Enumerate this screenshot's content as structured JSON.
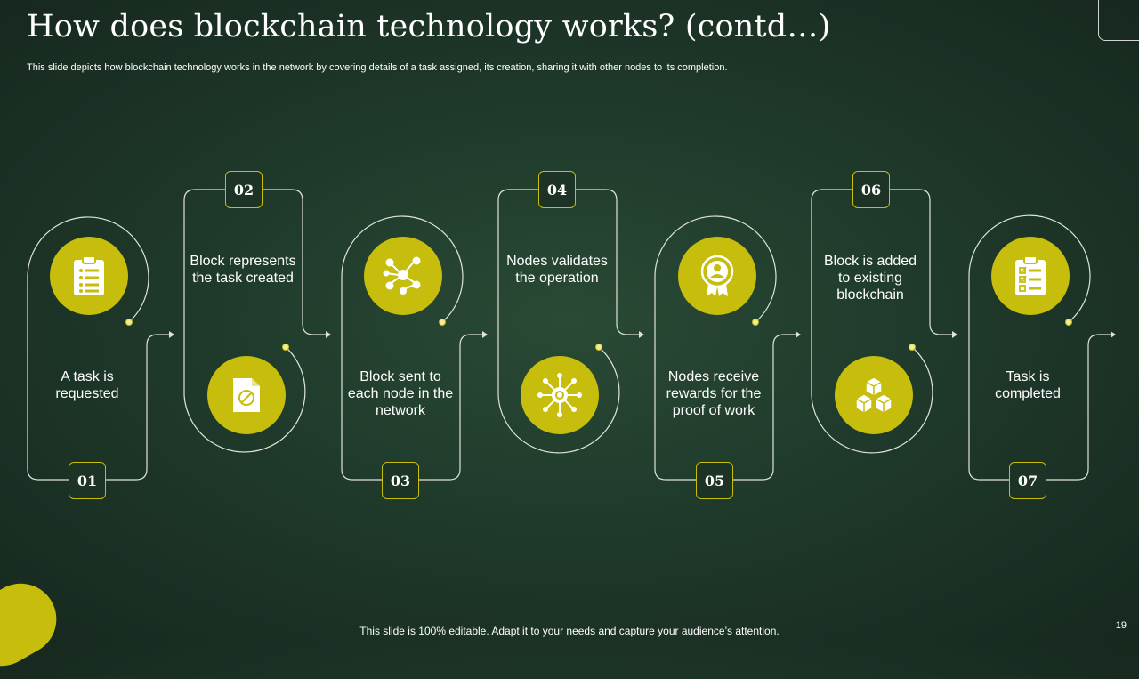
{
  "title": "How does blockchain technology works? (contd…)",
  "subtitle": "This slide depicts how blockchain technology works in the network by covering details of a task assigned, its creation, sharing it with other nodes to its completion.",
  "footer": "This slide is 100% editable. Adapt it to your needs and capture your audience’s attention.",
  "page_number": "19",
  "colors": {
    "accent": "#c6bd0c",
    "background": "#1f3a2b",
    "line": "#dfe3dc"
  },
  "steps": [
    {
      "number": "01",
      "text": "A task is requested",
      "icon": "clipboard-checklist-icon"
    },
    {
      "number": "02",
      "text": "Block represents the task created",
      "icon": "document-block-icon"
    },
    {
      "number": "03",
      "text": "Block sent to each node in the network",
      "icon": "network-nodes-icon"
    },
    {
      "number": "04",
      "text": "Nodes validates the operation",
      "icon": "validation-network-icon"
    },
    {
      "number": "05",
      "text": "Nodes receive rewards for the proof of work",
      "icon": "reward-badge-icon"
    },
    {
      "number": "06",
      "text": "Block is added to existing blockchain",
      "icon": "stacked-cubes-icon"
    },
    {
      "number": "07",
      "text": "Task is completed",
      "icon": "checklist-complete-icon"
    }
  ]
}
